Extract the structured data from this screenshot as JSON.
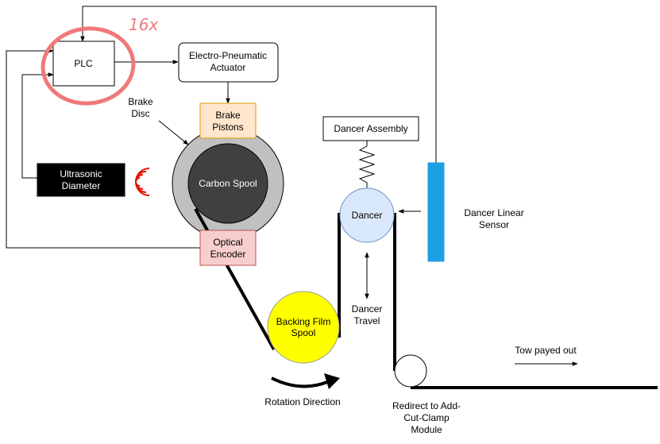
{
  "annotation": {
    "handwritten": "16x",
    "color": "#f07878"
  },
  "blocks": {
    "plc": "PLC",
    "actuator": [
      "Electro-Pneumatic",
      "Actuator"
    ],
    "brake_pistons": [
      "Brake",
      "Pistons"
    ],
    "brake_disc": [
      "Brake",
      "Disc"
    ],
    "ultrasonic": [
      "Ultrasonic",
      "Diameter"
    ],
    "carbon_spool": "Carbon Spool",
    "optical_encoder": [
      "Optical",
      "Encoder"
    ],
    "backing_film": [
      "Backing Film",
      "Spool"
    ],
    "rotation": "Rotation Direction",
    "dancer_assembly": "Dancer Assembly",
    "dancer": "Dancer",
    "dancer_travel": [
      "Dancer",
      "Travel"
    ],
    "dancer_sensor": [
      "Dancer Linear",
      "Sensor"
    ],
    "tow_out": "Tow payed out",
    "redirect": [
      "Redirect to Add-",
      "Cut-Clamp",
      "Module"
    ]
  },
  "colors": {
    "brake_pistons_fill": "#ffe6cc",
    "brake_pistons_stroke": "#d79b00",
    "encoder_fill": "#f8cecc",
    "encoder_stroke": "#b85450",
    "spool_core": "#404040",
    "disc": "#c0c0c0",
    "backing_film": "#ffff00",
    "dancer_fill": "#dae8fc",
    "dancer_stroke": "#6c8ebf",
    "sensor": "#1ba1e2",
    "ultrasonic_icon": "#e51400"
  }
}
